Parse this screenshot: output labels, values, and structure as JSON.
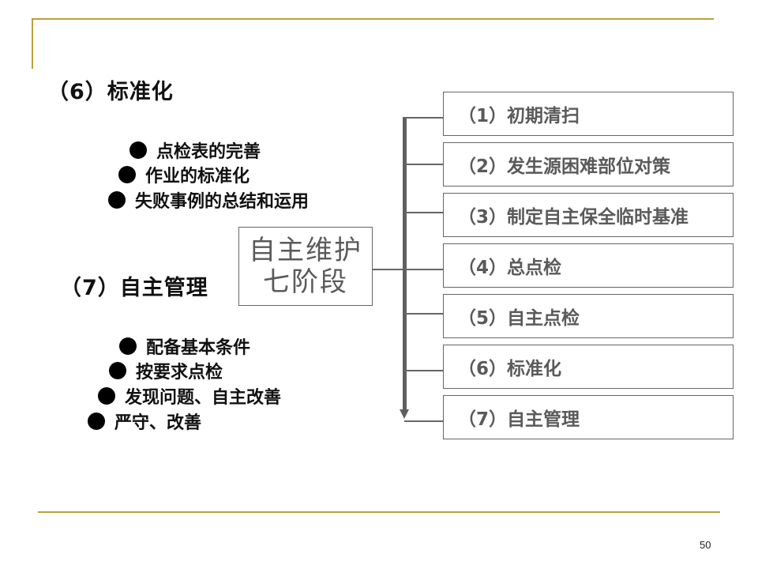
{
  "page": {
    "number": "50",
    "accent_color": "#b8a13a"
  },
  "left": {
    "section6": {
      "heading": "（6）标准化",
      "bullets": [
        "点检表的完善",
        "作业的标准化",
        "失败事例的总结和运用"
      ]
    },
    "section7": {
      "heading": "（7）自主管理",
      "bullets": [
        "配备基本条件",
        "按要求点检",
        "发现问题、自主改善",
        "严守、改善"
      ]
    }
  },
  "diagram": {
    "center": {
      "line1": "自主维护",
      "line2": "七阶段"
    },
    "steps": [
      "（1）初期清扫",
      "（2）发生源困难部位对策",
      "（3）制定自主保全临时基准",
      "（4）总点检",
      "（5）自主点检",
      "（6）标准化",
      "（7）自主管理"
    ],
    "line_color": "#5f5f5f",
    "text_color": "#5a5a5a"
  }
}
